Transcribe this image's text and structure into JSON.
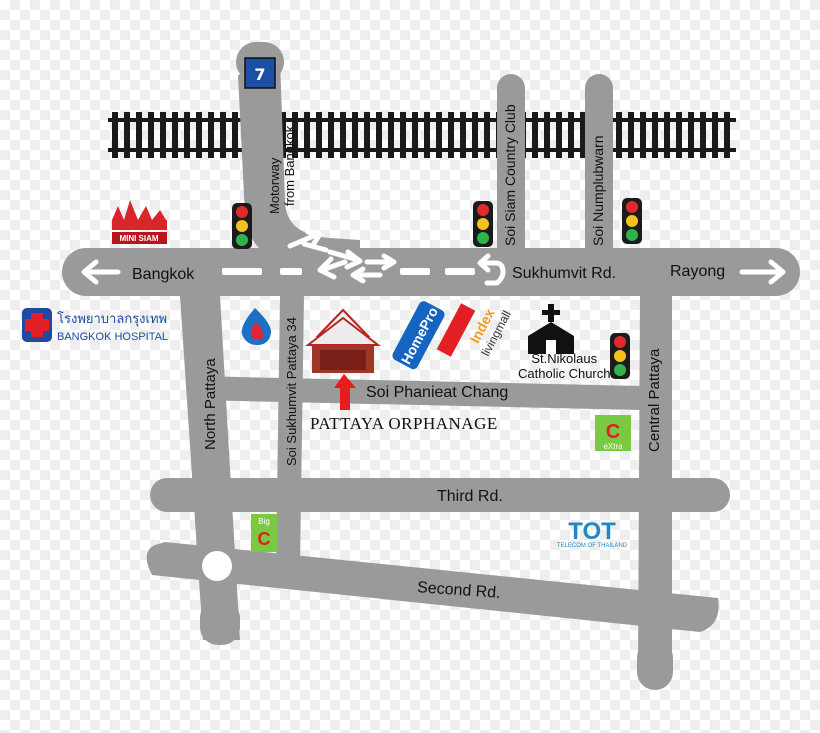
{
  "roads": {
    "bangkok": "Bangkok",
    "sukhumvit": "Sukhumvit Rd.",
    "rayong": "Rayong",
    "motorway": "Motorway",
    "from_bangkok": "from Bangkok",
    "soi_siam_country_club": "Soi Siam Country Club",
    "soi_numplubwarn": "Soi Numplubwarn",
    "north_pattaya": "North Pattaya",
    "soi_sukhumvit_34": "Soi Sukhumvit Pattaya 34",
    "soi_phanieat_chang": "Soi Phanieat Chang",
    "central_pattaya": "Central Pattaya",
    "third_rd": "Third Rd.",
    "second_rd": "Second Rd."
  },
  "places": {
    "mini_siam": "MINI SIAM",
    "hospital_thai": "โรงพยาบาลกรุงเทพ",
    "hospital_en": "BANGKOK HOSPITAL",
    "homepro": "HomePro",
    "index_top": "Index",
    "index_bottom": "livingmall",
    "church_line1": "St.Nikolaus",
    "church_line2": "Catholic Church",
    "orphanage": "PATTAYA ORPHANAGE",
    "bigc_extra": "eXtra",
    "bigc_small": "Big",
    "bigc_letter": "C",
    "tot": "TOT",
    "tot_sub": "TELECOM OF THAILAND",
    "motorway_number": "7"
  },
  "icons": {
    "railway": "railway-track-icon",
    "traffic_light": "traffic-light-icon",
    "fuel": "ptt-fuel-drop-icon",
    "church": "cross-icon",
    "roundabout": "roundabout-icon",
    "uturn": "u-turn-arrow-icon",
    "marker": "red-up-arrow-icon"
  },
  "colors": {
    "road": "#9a9a9a",
    "rail": "#1a1a1a",
    "marker": "#e81c1c",
    "homepro": "#1565c0",
    "bigc": "#7ac943",
    "tot": "#1e88c8",
    "hospital": "#1f4aa0"
  }
}
